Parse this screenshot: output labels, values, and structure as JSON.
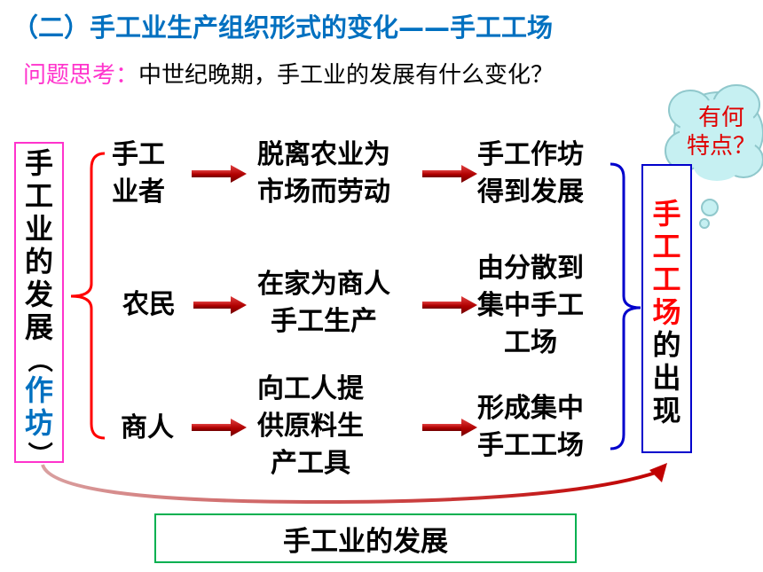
{
  "title": "（二）手工业生产组织形式的变化——手工工场",
  "question": {
    "label": "问题思考：",
    "text": "中世纪晚期，手工业的发展有什么变化？"
  },
  "left_box": {
    "chars": [
      "手",
      "工",
      "业",
      "的",
      "发",
      "展"
    ],
    "paren_open": "（",
    "sub_chars": [
      "作",
      "坊"
    ],
    "paren_close": "）"
  },
  "rows": [
    {
      "actor": [
        "手工",
        "业者"
      ],
      "action": [
        "脱离农业为",
        "市场而劳动"
      ],
      "result": [
        "手工作坊",
        "得到发展"
      ]
    },
    {
      "actor": [
        "农民"
      ],
      "action": [
        "在家为商人",
        "手工生产"
      ],
      "result": [
        "由分散到",
        "集中手工",
        "工场"
      ]
    },
    {
      "actor": [
        "商人"
      ],
      "action": [
        "向工人提",
        "供原料生",
        "产工具"
      ],
      "result": [
        "形成集中",
        "手工工场"
      ]
    }
  ],
  "right_box": {
    "red_chars": [
      "手",
      "工",
      "工",
      "场"
    ],
    "black_chars": [
      "的",
      "出",
      "现"
    ]
  },
  "cloud": {
    "line1": "有何",
    "line2": "特点？"
  },
  "bottom_label": "手工业的发展",
  "colors": {
    "title": "#0070c0",
    "question_label": "#ff33cc",
    "arrow": "#c00000",
    "left_border": "#ff33cc",
    "right_border": "#0000cc",
    "bottom_border": "#00b050",
    "highlight_red": "#ff0000",
    "cloud_fill": "#c6f0f2"
  }
}
